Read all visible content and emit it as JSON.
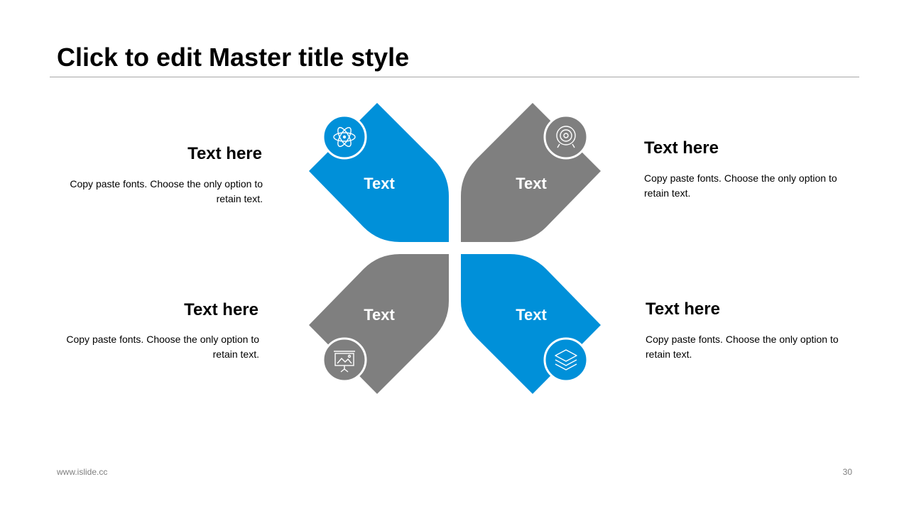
{
  "slide": {
    "title": "Click to edit Master title style",
    "footer_url": "www.islide.cc",
    "page_number": "30"
  },
  "colors": {
    "blue": "#0090d9",
    "gray": "#7f7f7f",
    "text": "#000000",
    "footer": "#7f7f7f"
  },
  "petals": [
    {
      "position": "top-left",
      "label": "Text",
      "color": "blue",
      "icon": "atom-icon"
    },
    {
      "position": "top-right",
      "label": "Text",
      "color": "gray",
      "icon": "target-icon"
    },
    {
      "position": "bottom-left",
      "label": "Text",
      "color": "gray",
      "icon": "presentation-icon"
    },
    {
      "position": "bottom-right",
      "label": "Text",
      "color": "blue",
      "icon": "layers-icon"
    }
  ],
  "blocks": {
    "top_left": {
      "heading": "Text here",
      "body": "Copy paste fonts. Choose the only option to retain text."
    },
    "top_right": {
      "heading": "Text here",
      "body": "Copy paste fonts. Choose the only option to retain text."
    },
    "bottom_left": {
      "heading": "Text here",
      "body": "Copy paste fonts. Choose the only option to retain text."
    },
    "bottom_right": {
      "heading": "Text here",
      "body": "Copy paste fonts. Choose the only option to retain text."
    }
  }
}
